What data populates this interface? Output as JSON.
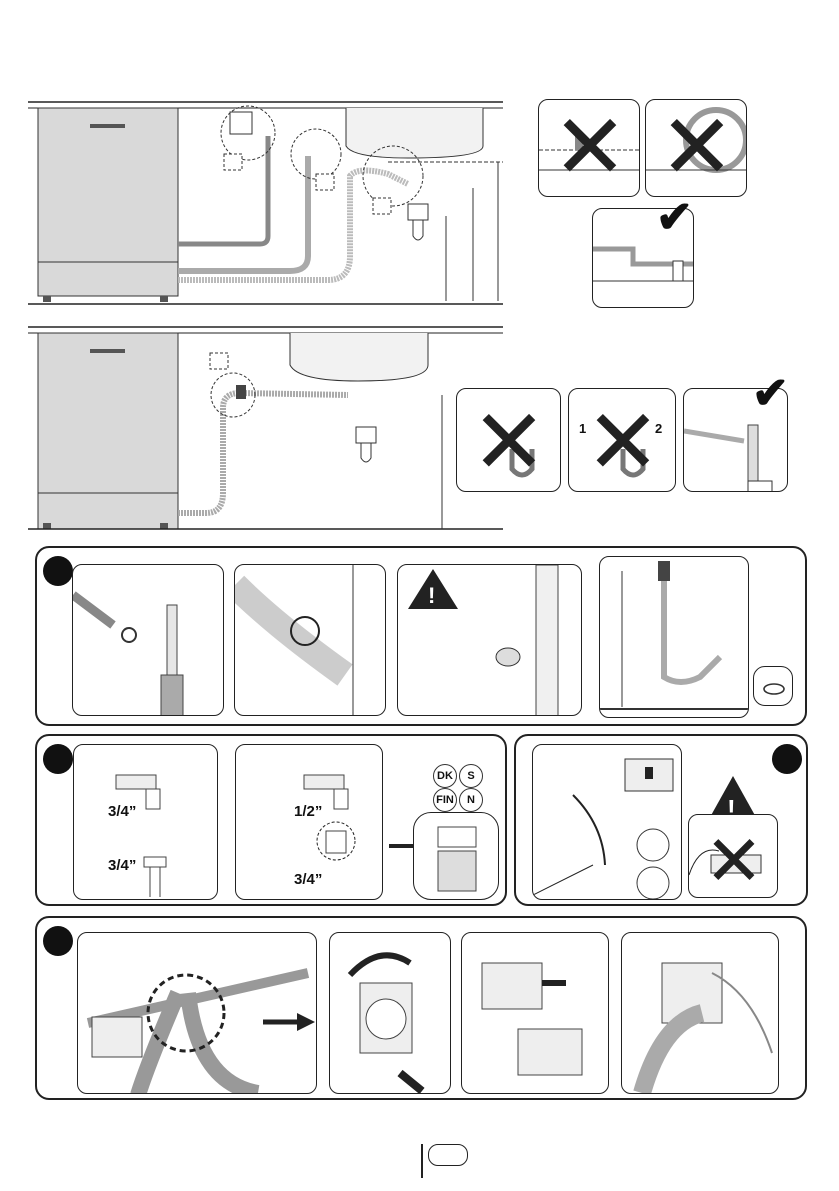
{
  "thread_sizes": {
    "left_tap": "3/4”",
    "left_hose": "3/4”",
    "mid_tap": "1/2”",
    "mid_hose": "3/4”"
  },
  "country_codes": [
    "DK",
    "S",
    "FIN",
    "N"
  ],
  "drain_callouts": {
    "wrong_first": "1",
    "wrong_second": "2"
  },
  "symbols": {
    "warning": "!",
    "check": "✔",
    "cross": "✖"
  },
  "colors": {
    "line": "#222222",
    "panel_gray": "#d9d9d9",
    "hose_gray": "#a8a8a8"
  }
}
